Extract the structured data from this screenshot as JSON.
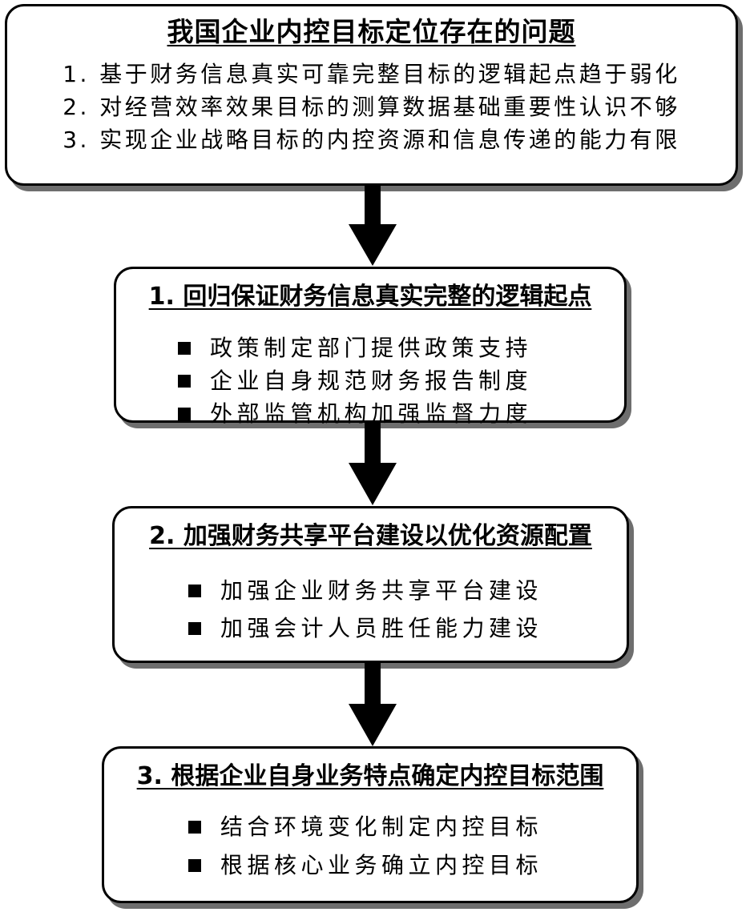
{
  "problems_box": {
    "title": "我国企业内控目标定位存在的问题",
    "items": [
      "1. 基于财务信息真实可靠完整目标的逻辑起点趋于弱化",
      "2. 对经营效率效果目标的测算数据基础重要性认识不够",
      "3. 实现企业战略目标的内控资源和信息传递的能力有限"
    ]
  },
  "step1": {
    "title": "1. 回归保证财务信息真实完整的逻辑起点",
    "bullets": [
      "政策制定部门提供政策支持",
      "企业自身规范财务报告制度",
      "外部监管机构加强监督力度"
    ]
  },
  "step2": {
    "title": "2. 加强财务共享平台建设以优化资源配置",
    "bullets": [
      "加强企业财务共享平台建设",
      "加强会计人员胜任能力建设"
    ]
  },
  "step3": {
    "title": "3. 根据企业自身业务特点确定内控目标范围",
    "bullets": [
      "结合环境变化制定内控目标",
      "根据核心业务确立内控目标"
    ]
  }
}
